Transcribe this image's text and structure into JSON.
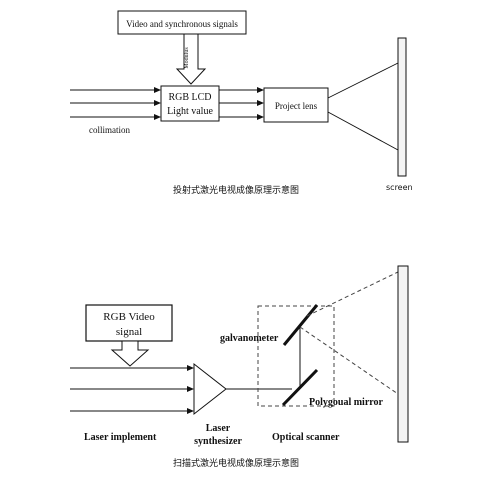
{
  "diagram_top": {
    "signal_box_label": "Video and synchronous signals",
    "modulus_label": "Modulus",
    "lcd_label_line1": "RGB LCD",
    "lcd_label_line2": "Light value",
    "lens_label": "Project lens",
    "collimation_label": "collimation",
    "screen_label": "screen",
    "caption": "投射式激光电视成像原理示意图"
  },
  "diagram_bottom": {
    "video_label_line1": "RGB Video",
    "video_label_line2": "signal",
    "galvanometer_label": "galvanometer",
    "polygon_label": "Polygoual mirror",
    "laser_implement_label": "Laser implement",
    "synth_label_line1": "Laser",
    "synth_label_line2": "synthesizer",
    "scanner_label": "Optical scanner",
    "caption": "扫描式激光电视成像原理示意图"
  },
  "colors": {
    "ink": "#111111",
    "dash": "#444444",
    "screen_fill": "#f4f4f4"
  }
}
